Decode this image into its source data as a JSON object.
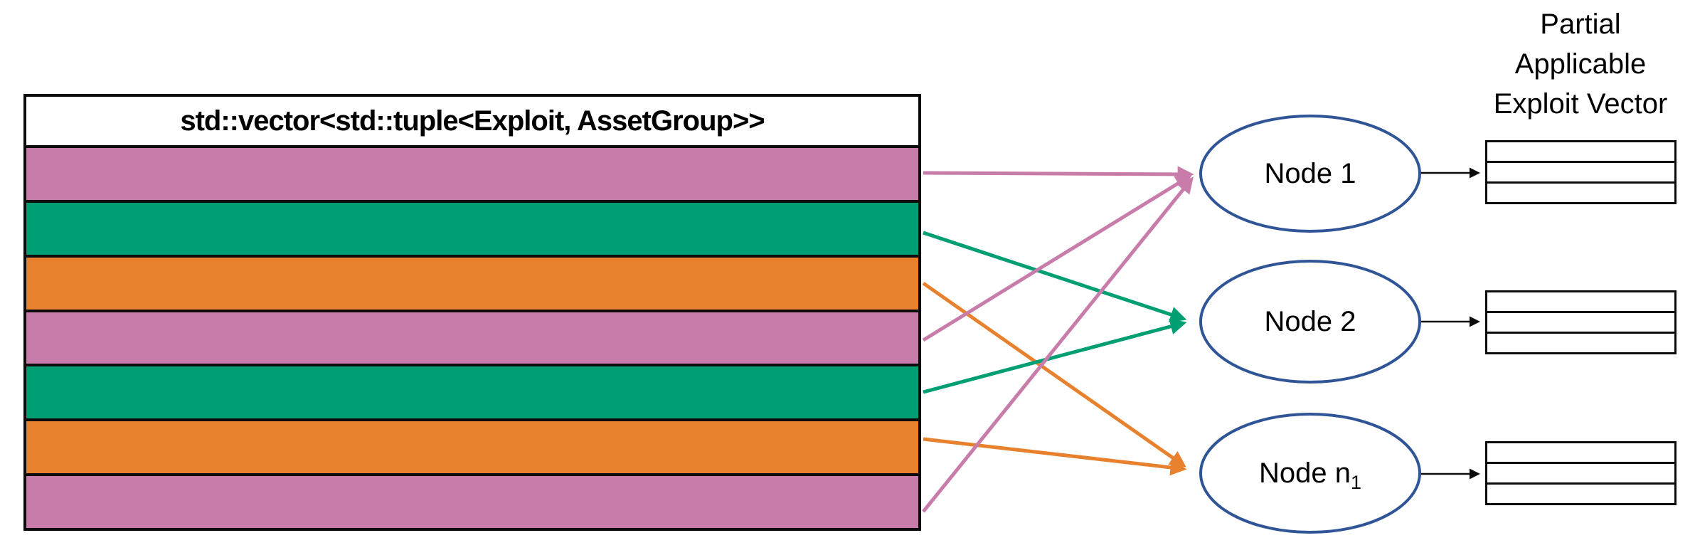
{
  "title": {
    "lines": [
      "Partial",
      "Applicable",
      "Exploit Vector"
    ]
  },
  "vector_table": {
    "header": "std::vector<std::tuple<Exploit, AssetGroup>>",
    "rows": [
      {
        "index": 1,
        "color": "#C77CA9",
        "style": "background:#C77CA9"
      },
      {
        "index": 2,
        "color": "#009E73",
        "style": "background:#009E73"
      },
      {
        "index": 3,
        "color": "#E8812D",
        "style": "background:#E8812D"
      },
      {
        "index": 4,
        "color": "#C77CA9",
        "style": "background:#C77CA9"
      },
      {
        "index": 5,
        "color": "#009E73",
        "style": "background:#009E73"
      },
      {
        "index": 6,
        "color": "#E8812D",
        "style": "background:#E8812D"
      },
      {
        "index": 7,
        "color": "#C77CA9",
        "style": "background:#C77CA9"
      }
    ]
  },
  "nodes": [
    {
      "label": "Node 1",
      "sub": ""
    },
    {
      "label": "Node 2",
      "sub": ""
    },
    {
      "label": "Node n",
      "sub": "1"
    }
  ],
  "arrows": [
    {
      "from_row": 1,
      "to_node": "Node 1",
      "color": "#C77CA9"
    },
    {
      "from_row": 2,
      "to_node": "Node 2",
      "color": "#009E73"
    },
    {
      "from_row": 3,
      "to_node": "Node n1",
      "color": "#E8812D"
    },
    {
      "from_row": 4,
      "to_node": "Node 1",
      "color": "#C77CA9"
    },
    {
      "from_row": 5,
      "to_node": "Node 2",
      "color": "#009E73"
    },
    {
      "from_row": 6,
      "to_node": "Node n1",
      "color": "#E8812D"
    },
    {
      "from_row": 7,
      "to_node": "Node 1",
      "color": "#C77CA9"
    }
  ],
  "partial_vector_tables": {
    "count": 3,
    "rows_per_table": 3
  },
  "colors": {
    "pink": "#C77CA9",
    "green": "#009E73",
    "orange": "#E8812D",
    "node_stroke": "#2F5597",
    "border_black": "#0C0C0C",
    "background": "#FFFFFF"
  }
}
